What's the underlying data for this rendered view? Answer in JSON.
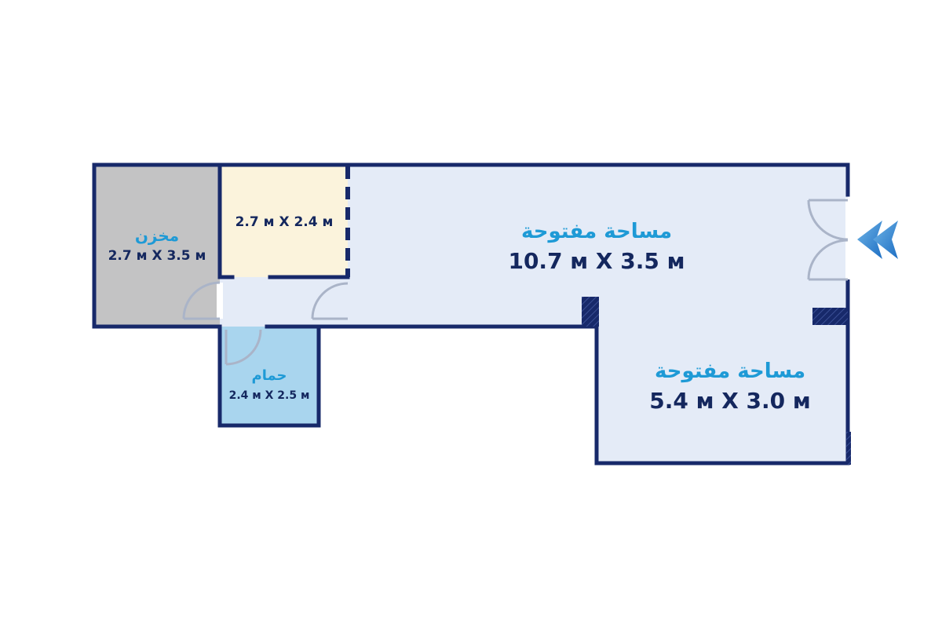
{
  "colors": {
    "wall": "#17296a",
    "open_area_fill": "#e4ebf7",
    "storage_fill": "#c3c3c4",
    "room_fill": "#fbf3dc",
    "bathroom_fill": "#a9d5ee",
    "label_accent": "#1e9ad6",
    "dimension_text": "#14275e",
    "door_frame": "#aab4c8"
  },
  "rooms": {
    "storage": {
      "name": "مخزن",
      "dimensions": "2.7 м X 3.5 м"
    },
    "room": {
      "dimensions": "2.7 м X 2.4 м"
    },
    "bathroom": {
      "name": "حمام",
      "dimensions": "2.4 м X 2.5 м"
    },
    "open_area_main": {
      "name": "مساحة مفتوحة",
      "dimensions": "10.7 м X 3.5 м"
    },
    "open_area_lower": {
      "name": "مساحة مفتوحة",
      "dimensions": "5.4 м X 3.0 м"
    }
  },
  "icons": {
    "entrance": "double-chevron-left-icon"
  }
}
